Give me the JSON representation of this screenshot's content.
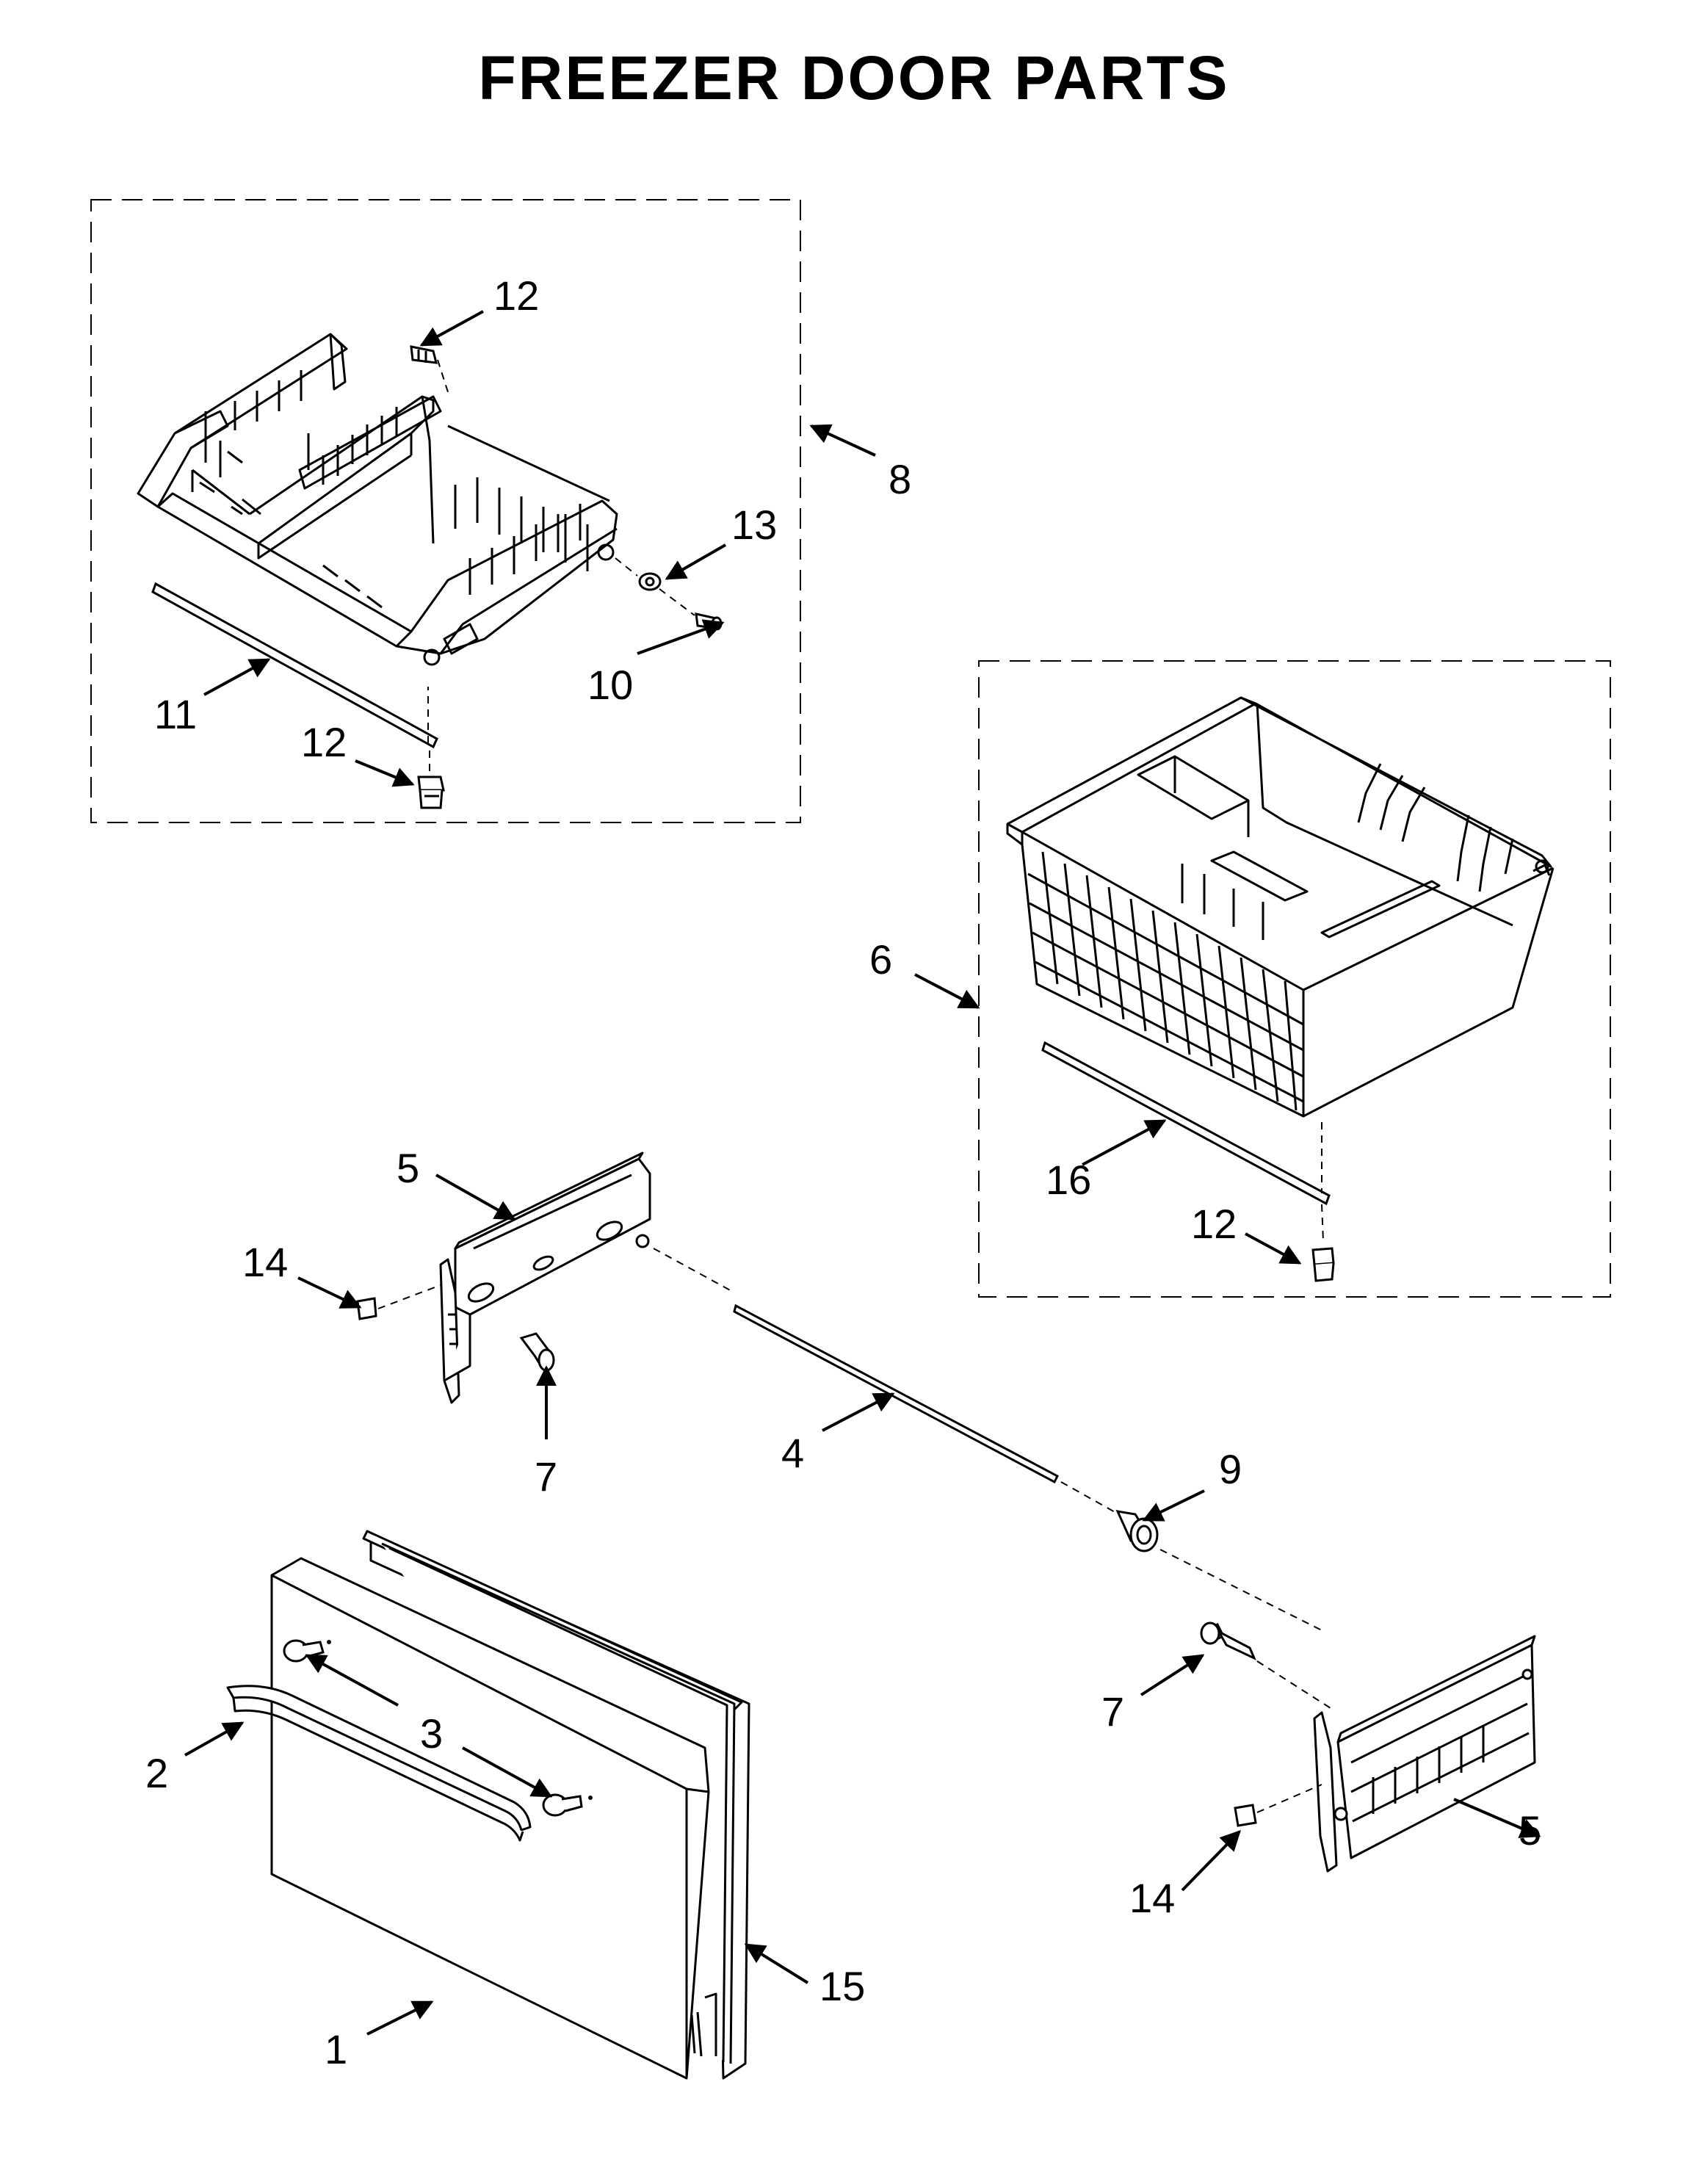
{
  "title": "FREEZER DOOR PARTS",
  "callouts": {
    "c1": "1",
    "c2": "2",
    "c3": "3",
    "c4": "4",
    "c5a": "5",
    "c5b": "5",
    "c6": "6",
    "c7a": "7",
    "c7b": "7",
    "c8": "8",
    "c9": "9",
    "c10": "10",
    "c11": "11",
    "c12a": "12",
    "c12b": "12",
    "c12c": "12",
    "c13": "13",
    "c14a": "14",
    "c14b": "14",
    "c15": "15",
    "c16": "16"
  },
  "colors": {
    "line": "#000000",
    "background": "#ffffff",
    "label": "#000000"
  }
}
